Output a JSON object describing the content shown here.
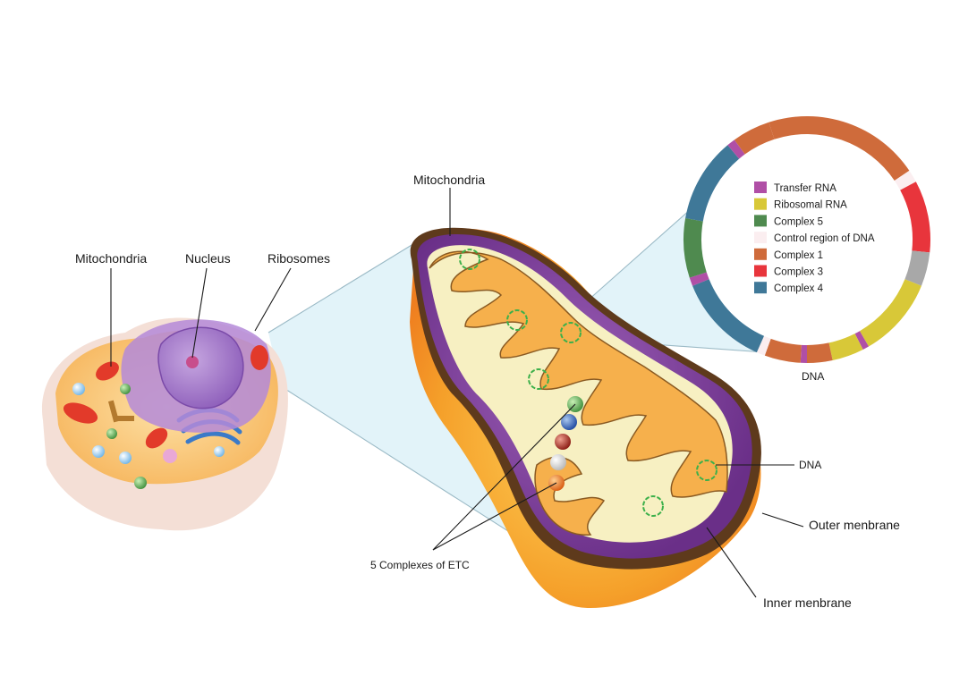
{
  "cell_labels": {
    "mitochondria": "Mitochondria",
    "nucleus": "Nucleus",
    "ribosomes": "Ribosomes"
  },
  "mito_labels": {
    "mitochondria": "Mitochondria",
    "dna": "DNA",
    "outer_membrane": "Outer menbrane",
    "inner_membrane": "Inner menbrane",
    "etc": "5 Complexes of ETC"
  },
  "dna_ring": {
    "label": "DNA",
    "legend": [
      {
        "label": "Transfer RNA",
        "color": "#b04fa6"
      },
      {
        "label": "Ribosomal RNA",
        "color": "#d8c838"
      },
      {
        "label": "Complex 5",
        "color": "#4f8a4f"
      },
      {
        "label": "Control region of DNA",
        "color": "#fbeef0"
      },
      {
        "label": "Complex 1",
        "color": "#cf6b3b"
      },
      {
        "label": "Complex 3",
        "color": "#e8353c"
      },
      {
        "label": "Complex 4",
        "color": "#3f7898"
      }
    ]
  },
  "colors": {
    "cytoplasm": "#f6e2d8",
    "cell_body": "#f8c37d",
    "nucleus": "#a07cc8",
    "mito_outer": "#f39c2a",
    "mito_matrix": "#f7f0c2",
    "cristae": "#f8b14f",
    "mito_inner_dark": "#7a3d96",
    "zoom_fill": "#d6eef6"
  }
}
